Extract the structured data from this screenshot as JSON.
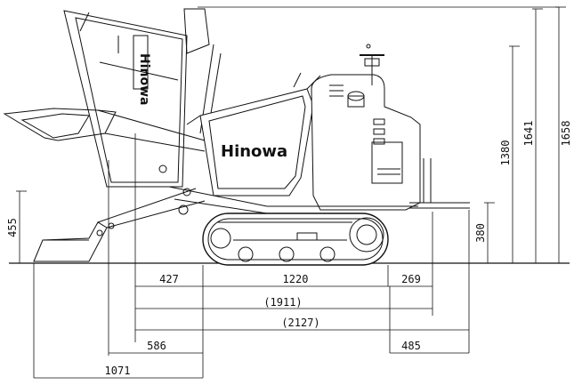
{
  "drawing": {
    "subject": "",
    "brand_logo": "Hinowa",
    "colors": {
      "line": "#111111",
      "background": "#ffffff"
    },
    "units": "",
    "dimensions": {
      "heights": {
        "left_455": "455",
        "right_380": "380",
        "right_1380": "1380",
        "right_1641": "1641",
        "right_1658": "1658"
      },
      "lengths": {
        "d427": "427",
        "d1220": "1220",
        "d269": "269",
        "d1911": "(1911)",
        "d2127": "(2127)",
        "d586": "586",
        "d485": "485",
        "d1071": "1071"
      }
    }
  }
}
